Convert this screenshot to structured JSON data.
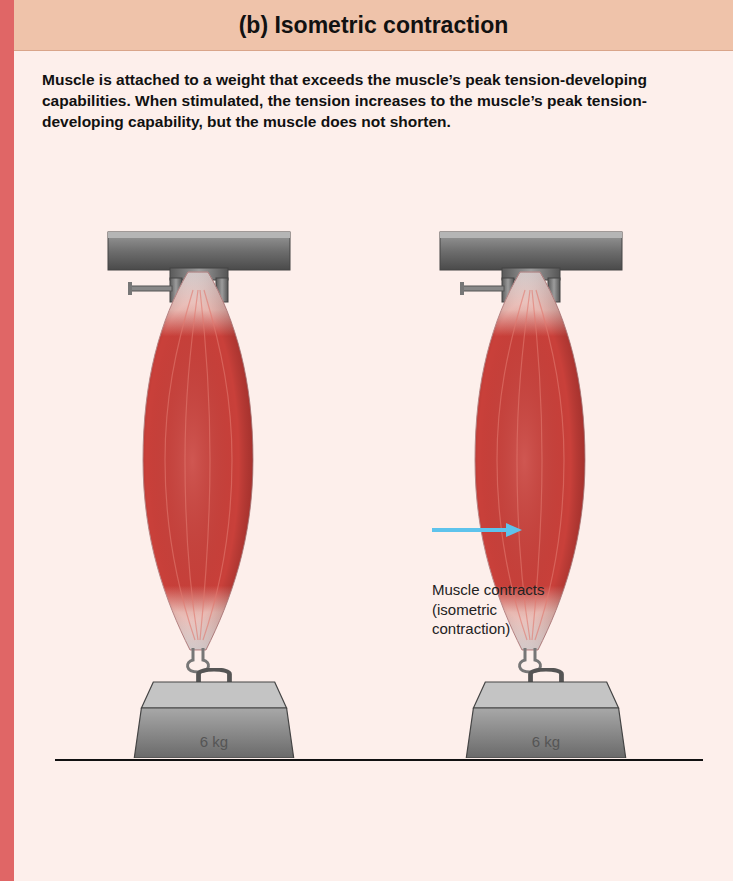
{
  "diagram": {
    "title": "(b) Isometric contraction",
    "nodes": [
      {
        "text": [
          "6 kg"
        ]
      },
      {
        "text": [
          "6 kg"
        ]
      }
    ],
    "labels": [
      "Muscle is attached to a weight that exceeds the muscle’s peak tension-developing capabilities. When stimulated, the tension increases to the muscle’s peak tension-developing capability, but the muscle does not shorten.",
      "Muscle contracts (isometric contraction)"
    ]
  }
}
